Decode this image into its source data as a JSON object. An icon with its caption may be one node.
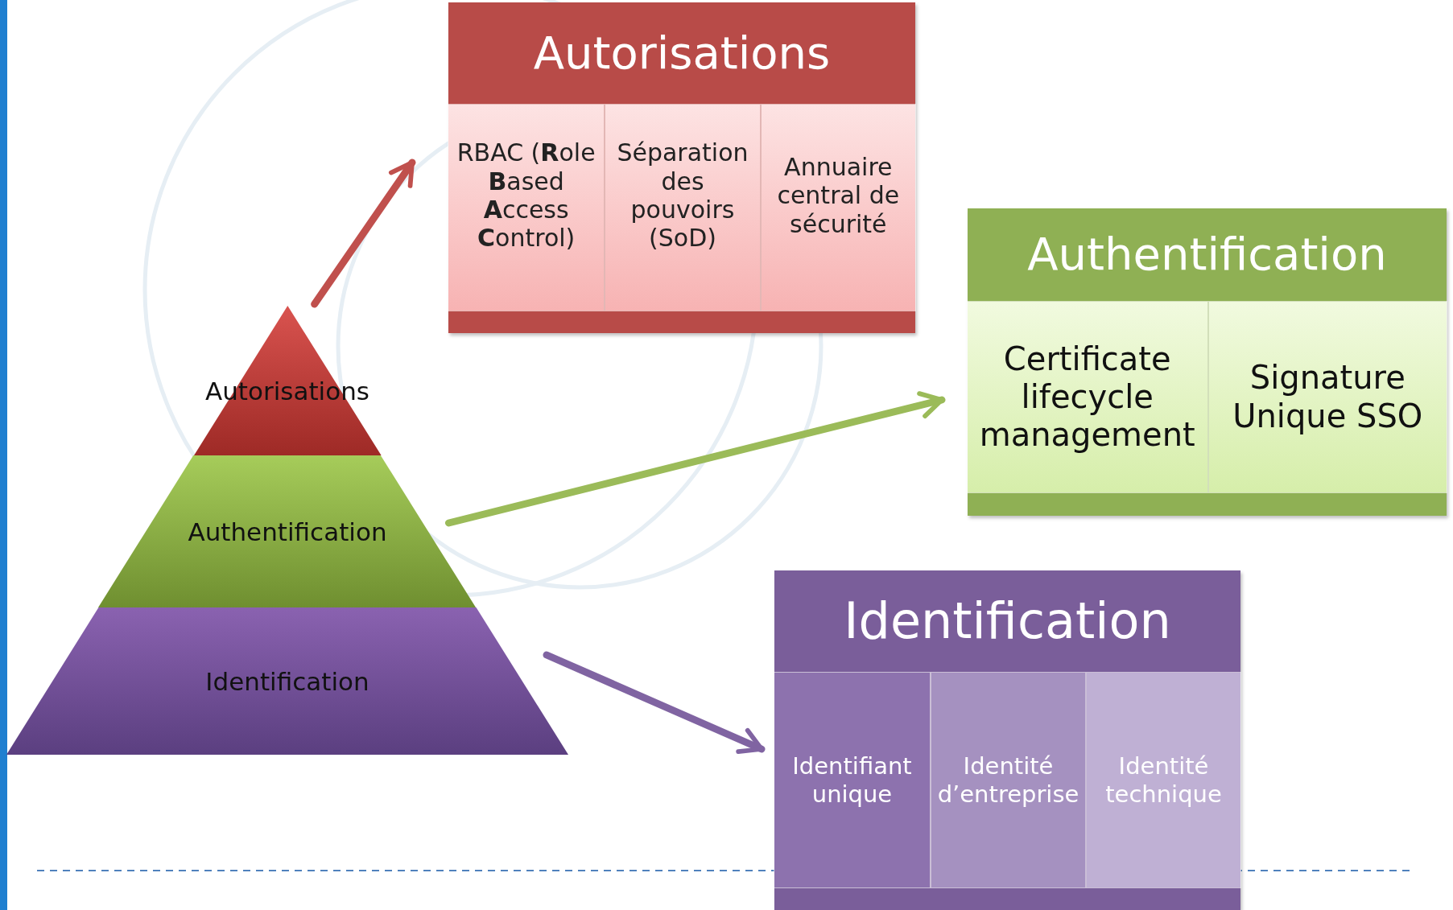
{
  "diagram": {
    "nodes": [
      {
        "text": [
          "Autorisations"
        ]
      },
      {
        "text": [
          "Authentification"
        ]
      },
      {
        "text": [
          "Identification"
        ]
      },
      {
        "text": [
          "Autorisations"
        ]
      },
      {
        "text": [
          "RBAC (**R**ole **B**ased **A**ccess **C**ontrol)"
        ],
        "in": 3
      },
      {
        "text": [
          "Séparation des pouvoirs (SoD)"
        ],
        "in": 3
      },
      {
        "text": [
          "Annuaire central de sécurité"
        ],
        "in": 3
      },
      {
        "text": [
          "Authentification"
        ]
      },
      {
        "text": [
          "Certificate lifecycle management"
        ],
        "in": 7
      },
      {
        "text": [
          "Signature Unique SSO"
        ],
        "in": 7
      },
      {
        "text": [
          "Identification"
        ]
      },
      {
        "text": [
          "Identifiant unique"
        ],
        "in": 10
      },
      {
        "text": [
          "Identité d’entreprise"
        ],
        "in": 10
      },
      {
        "text": [
          "Identité technique"
        ],
        "in": 10
      }
    ],
    "edges": [
      {
        "from": 0,
        "to": 3,
        "arrow": "to",
        "color": "#c0504d"
      },
      {
        "from": 1,
        "to": 7,
        "arrow": "to",
        "color": "#9bbb59"
      },
      {
        "from": 2,
        "to": 10,
        "arrow": "to",
        "color": "#8064a2"
      }
    ]
  }
}
